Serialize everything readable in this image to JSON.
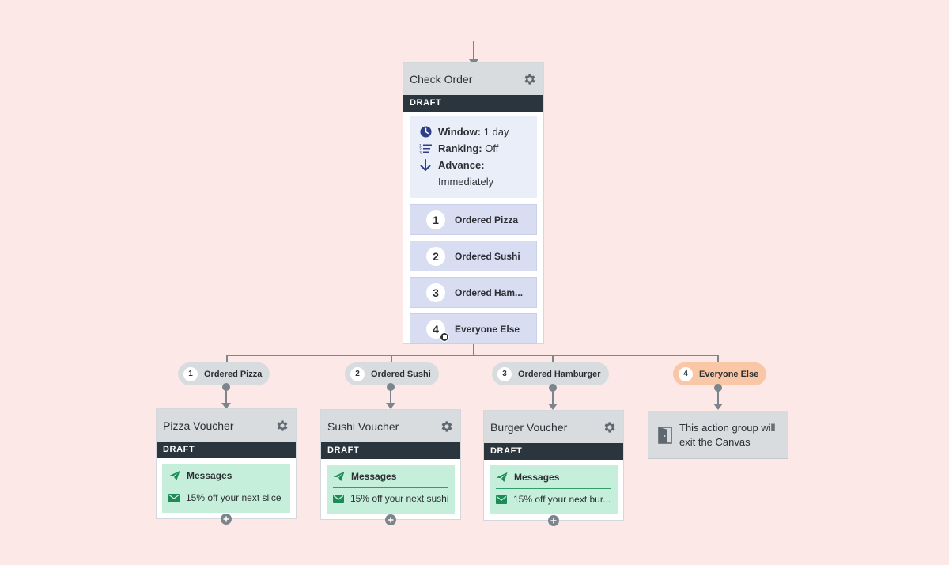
{
  "check_order": {
    "title": "Check Order",
    "status": "DRAFT",
    "window_label": "Window:",
    "window_value": " 1 day",
    "ranking_label": "Ranking:",
    "ranking_value": " Off",
    "advance_label": "Advance:",
    "advance_value": "Immediately",
    "paths": [
      {
        "num": "1",
        "label": "Ordered Pizza"
      },
      {
        "num": "2",
        "label": "Ordered Sushi"
      },
      {
        "num": "3",
        "label": "Ordered Ham..."
      },
      {
        "num": "4",
        "label": "Everyone Else"
      }
    ]
  },
  "branches": [
    {
      "num": "1",
      "label": "Ordered Pizza"
    },
    {
      "num": "2",
      "label": "Ordered Sushi"
    },
    {
      "num": "3",
      "label": "Ordered Hamburger"
    },
    {
      "num": "4",
      "label": "Everyone Else"
    }
  ],
  "vouchers": [
    {
      "title": "Pizza Voucher",
      "status": "DRAFT",
      "messages_label": "Messages",
      "message": "15% off your next slice"
    },
    {
      "title": "Sushi Voucher",
      "status": "DRAFT",
      "messages_label": "Messages",
      "message": "15% off your next sushi"
    },
    {
      "title": "Burger Voucher",
      "status": "DRAFT",
      "messages_label": "Messages",
      "message": "15% off your next bur..."
    }
  ],
  "exit_card": {
    "line1": "This action group will",
    "line2": "exit the Canvas"
  },
  "colors": {
    "background": "#fde8e8",
    "draft_bar": "#2a353d",
    "path_button": "#d8ddf2",
    "messages": "#c5efda",
    "everyone_else_pill": "#f9c7a6"
  }
}
